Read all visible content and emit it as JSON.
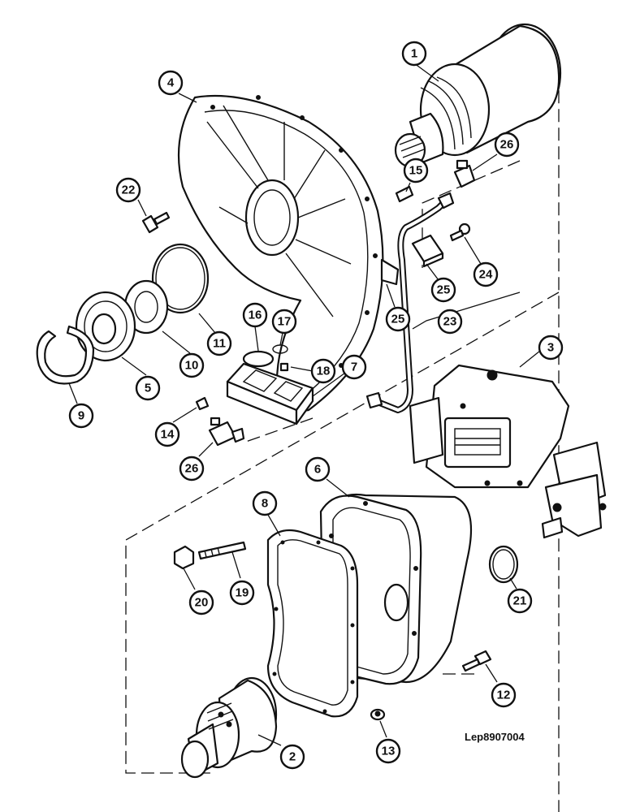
{
  "drawing_ref": "Lep8907004",
  "colors": {
    "ink": "#111111",
    "paper": "#ffffff"
  },
  "callouts": [
    {
      "id": "c1",
      "label": "1"
    },
    {
      "id": "c2",
      "label": "2"
    },
    {
      "id": "c3",
      "label": "3"
    },
    {
      "id": "c4",
      "label": "4"
    },
    {
      "id": "c5",
      "label": "5"
    },
    {
      "id": "c6",
      "label": "6"
    },
    {
      "id": "c7",
      "label": "7"
    },
    {
      "id": "c8",
      "label": "8"
    },
    {
      "id": "c9",
      "label": "9"
    },
    {
      "id": "c10",
      "label": "10"
    },
    {
      "id": "c11",
      "label": "11"
    },
    {
      "id": "c12",
      "label": "12"
    },
    {
      "id": "c13",
      "label": "13"
    },
    {
      "id": "c14",
      "label": "14"
    },
    {
      "id": "c15",
      "label": "15"
    },
    {
      "id": "c16",
      "label": "16"
    },
    {
      "id": "c17",
      "label": "17"
    },
    {
      "id": "c18",
      "label": "18"
    },
    {
      "id": "c19",
      "label": "19"
    },
    {
      "id": "c20",
      "label": "20"
    },
    {
      "id": "c21",
      "label": "21"
    },
    {
      "id": "c22",
      "label": "22"
    },
    {
      "id": "c23",
      "label": "23"
    },
    {
      "id": "c24",
      "label": "24"
    },
    {
      "id": "c25a",
      "label": "25"
    },
    {
      "id": "c25b",
      "label": "25"
    },
    {
      "id": "c26a",
      "label": "26"
    },
    {
      "id": "c26b",
      "label": "26"
    }
  ]
}
